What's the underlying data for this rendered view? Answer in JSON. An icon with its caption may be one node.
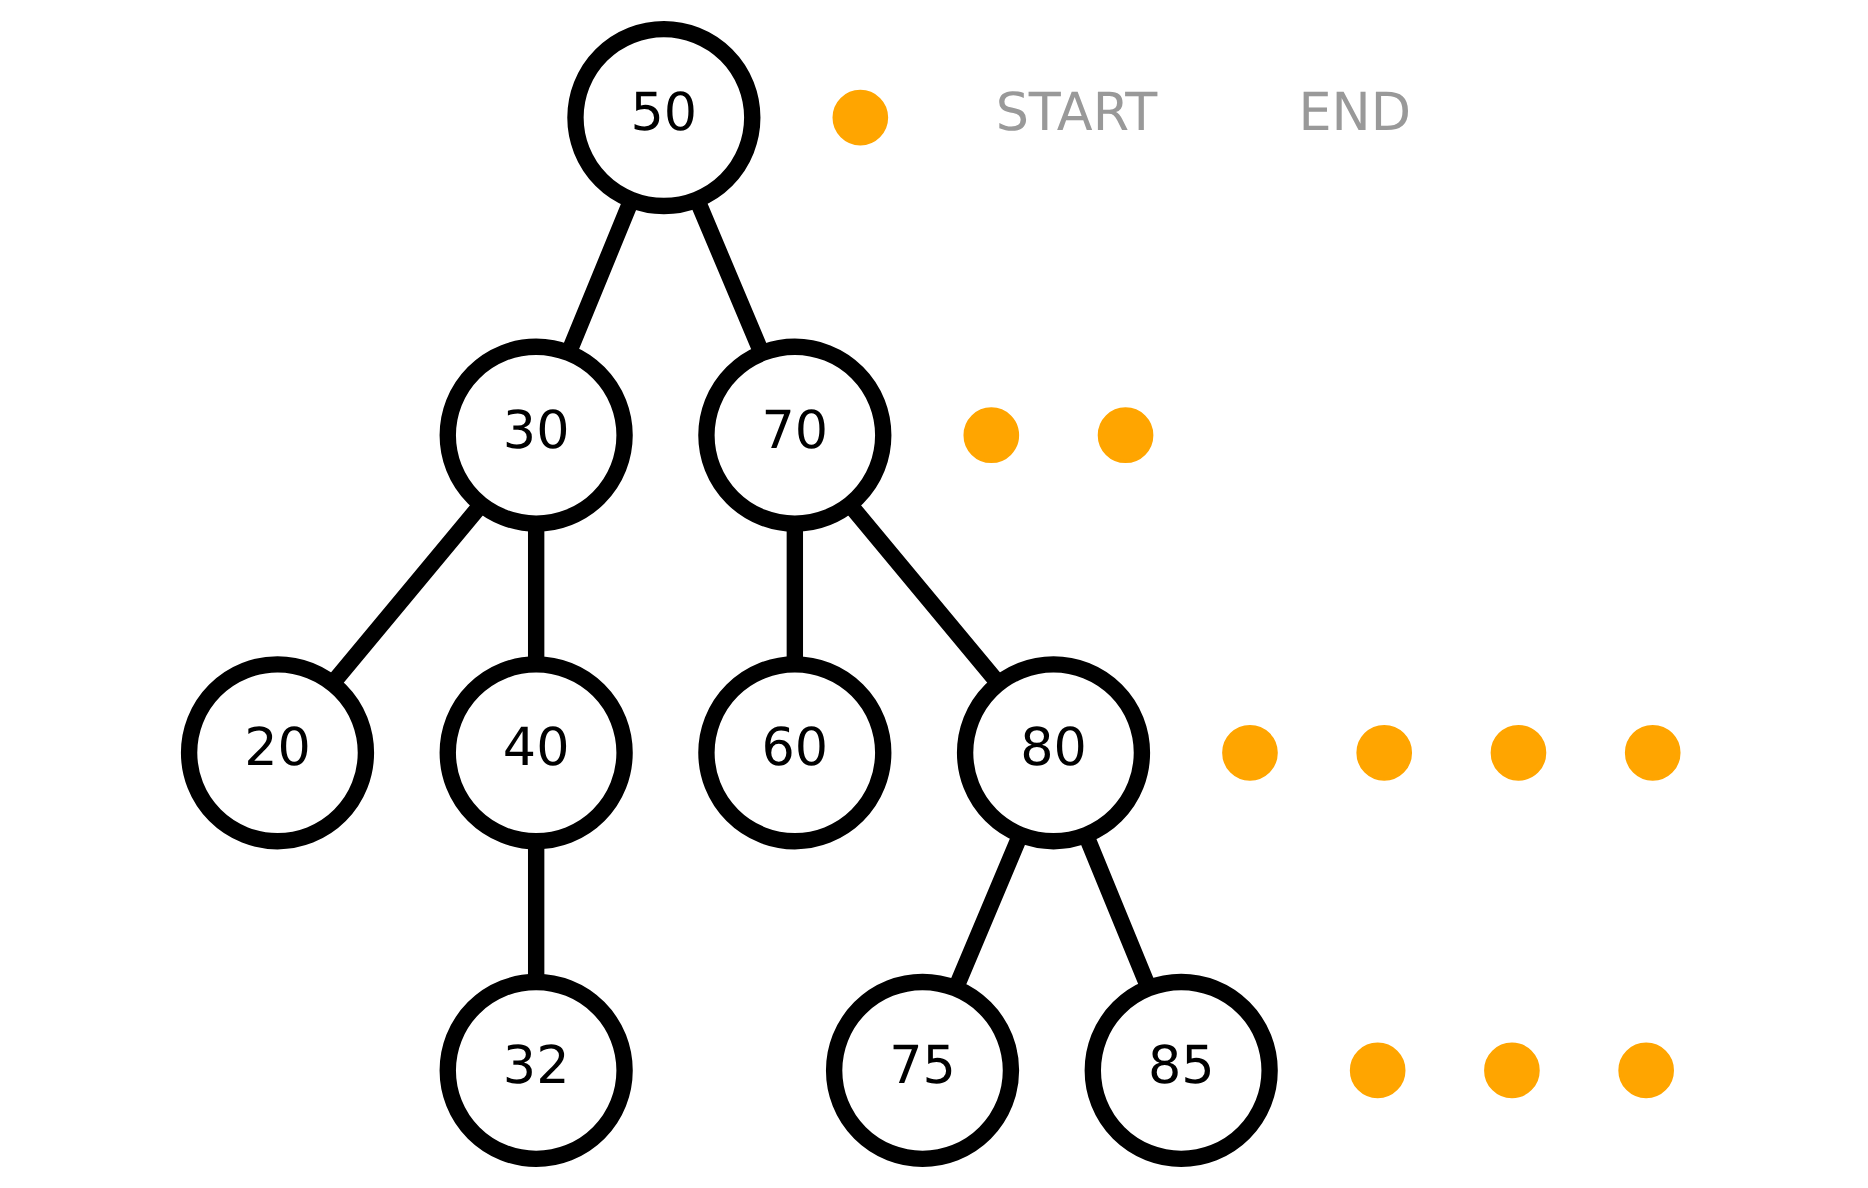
{
  "diagram": {
    "nodes": [
      {
        "text": [
          "50"
        ]
      },
      {
        "text": [
          "30"
        ]
      },
      {
        "text": [
          "70"
        ]
      },
      {
        "text": [
          "20"
        ]
      },
      {
        "text": [
          "40"
        ]
      },
      {
        "text": [
          "60"
        ]
      },
      {
        "text": [
          "80"
        ]
      },
      {
        "text": [
          "32"
        ]
      },
      {
        "text": [
          "75"
        ]
      },
      {
        "text": [
          "85"
        ]
      },
      {
        "text": [],
        "shape": "circle"
      },
      {
        "text": [],
        "shape": "circle"
      },
      {
        "text": [],
        "shape": "circle"
      },
      {
        "text": [],
        "shape": "circle"
      },
      {
        "text": [],
        "shape": "circle"
      },
      {
        "text": [],
        "shape": "circle"
      },
      {
        "text": [],
        "shape": "circle"
      },
      {
        "text": [],
        "shape": "circle"
      },
      {
        "text": [],
        "shape": "circle"
      },
      {
        "text": [],
        "shape": "circle"
      }
    ],
    "edges": [
      {
        "from": 0,
        "to": 1,
        "arrow": "none"
      },
      {
        "from": 0,
        "to": 2,
        "arrow": "none"
      },
      {
        "from": 1,
        "to": 3,
        "arrow": "none"
      },
      {
        "from": 1,
        "to": 4,
        "arrow": "none"
      },
      {
        "from": 2,
        "to": 5,
        "arrow": "none"
      },
      {
        "from": 2,
        "to": 6,
        "arrow": "none"
      },
      {
        "from": 4,
        "to": 7,
        "arrow": "none"
      },
      {
        "from": 6,
        "to": 8,
        "arrow": "none"
      },
      {
        "from": 6,
        "to": 9,
        "arrow": "none"
      }
    ],
    "labels": [
      "START",
      "END"
    ]
  }
}
